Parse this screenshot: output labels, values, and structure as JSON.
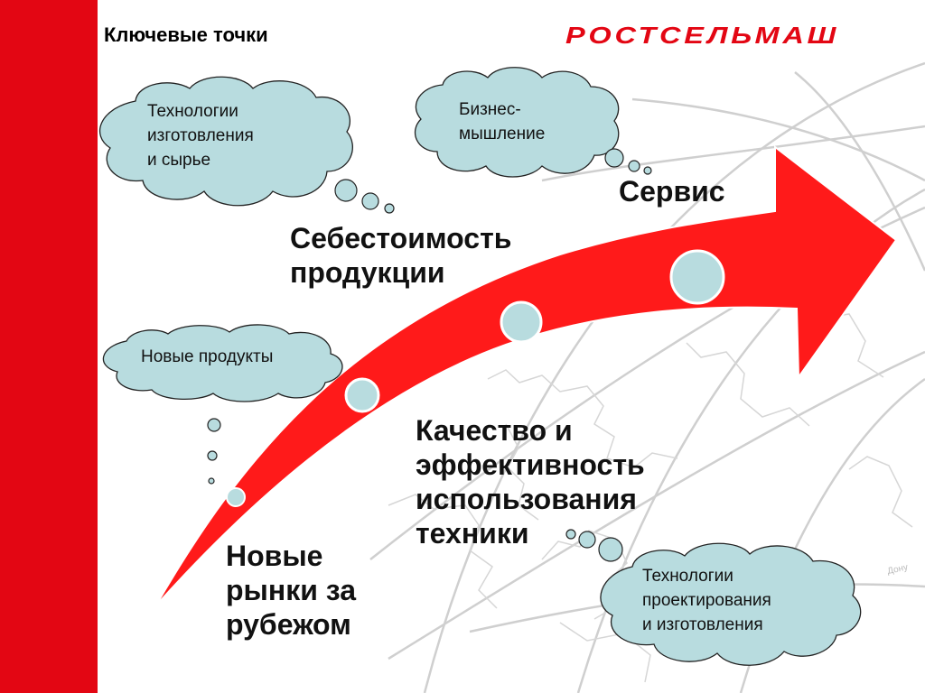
{
  "slide": {
    "title": "Ключевые точки",
    "logo_text": "РОСТСЕЛЬМАШ"
  },
  "clouds": {
    "tech_materials": "Технологии\nизготовления\nи сырье",
    "business": "Бизнес-\nмышление",
    "new_products": "Новые продукты",
    "tech_design": "Технологии\nпроектирования\nи изготовления"
  },
  "stages": {
    "service": "Сервис",
    "cost": "Себестоимость\nпродукции",
    "quality": "Качество и\nэффективность\nиспользования\nтехники",
    "new_markets": "Новые\nрынки за\nрубежом"
  },
  "map_label": "Дону",
  "colors": {
    "brand_red": "#e30613",
    "arrow_red": "#ff1a1a",
    "cloud_fill": "#b8dcdf",
    "dot_fill": "#b8dcdf"
  },
  "icons": {
    "arrow": "curved-arrow",
    "background": "globe-map"
  }
}
